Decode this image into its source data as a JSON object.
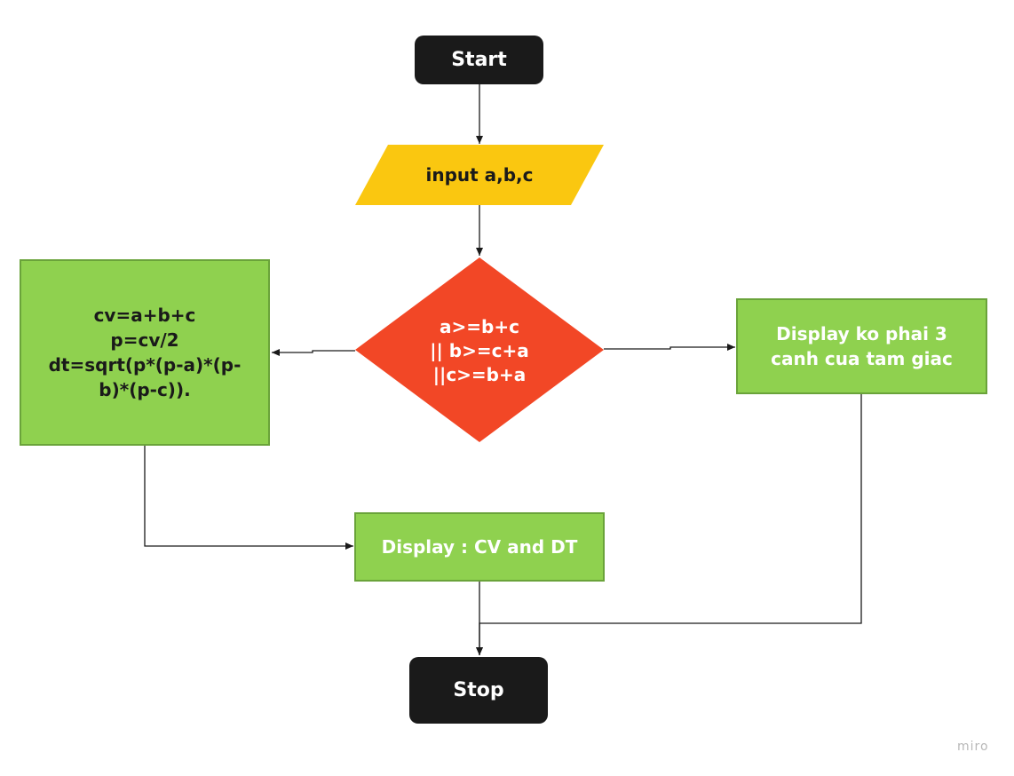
{
  "nodes": {
    "start": {
      "label": "Start"
    },
    "input": {
      "label": "input a,b,c"
    },
    "decision": {
      "label": "a>=b+c\n|| b>=c+a\n||c>=b+a"
    },
    "compute": {
      "label": "cv=a+b+c\np=cv/2\ndt=sqrt(p*(p-a)*(p-\nb)*(p-c))."
    },
    "display_invalid": {
      "label": "Display ko phai 3\ncanh cua tam giac"
    },
    "display_result": {
      "label": "Display : CV and DT"
    },
    "stop": {
      "label": "Stop"
    }
  },
  "watermark": "miro",
  "colors": {
    "terminal": "#1a1a1a",
    "input": "#fac710",
    "decision": "#f24726",
    "process": "#8fd14f",
    "process_border": "#6aa33a",
    "edge": "#1a1a1a"
  }
}
